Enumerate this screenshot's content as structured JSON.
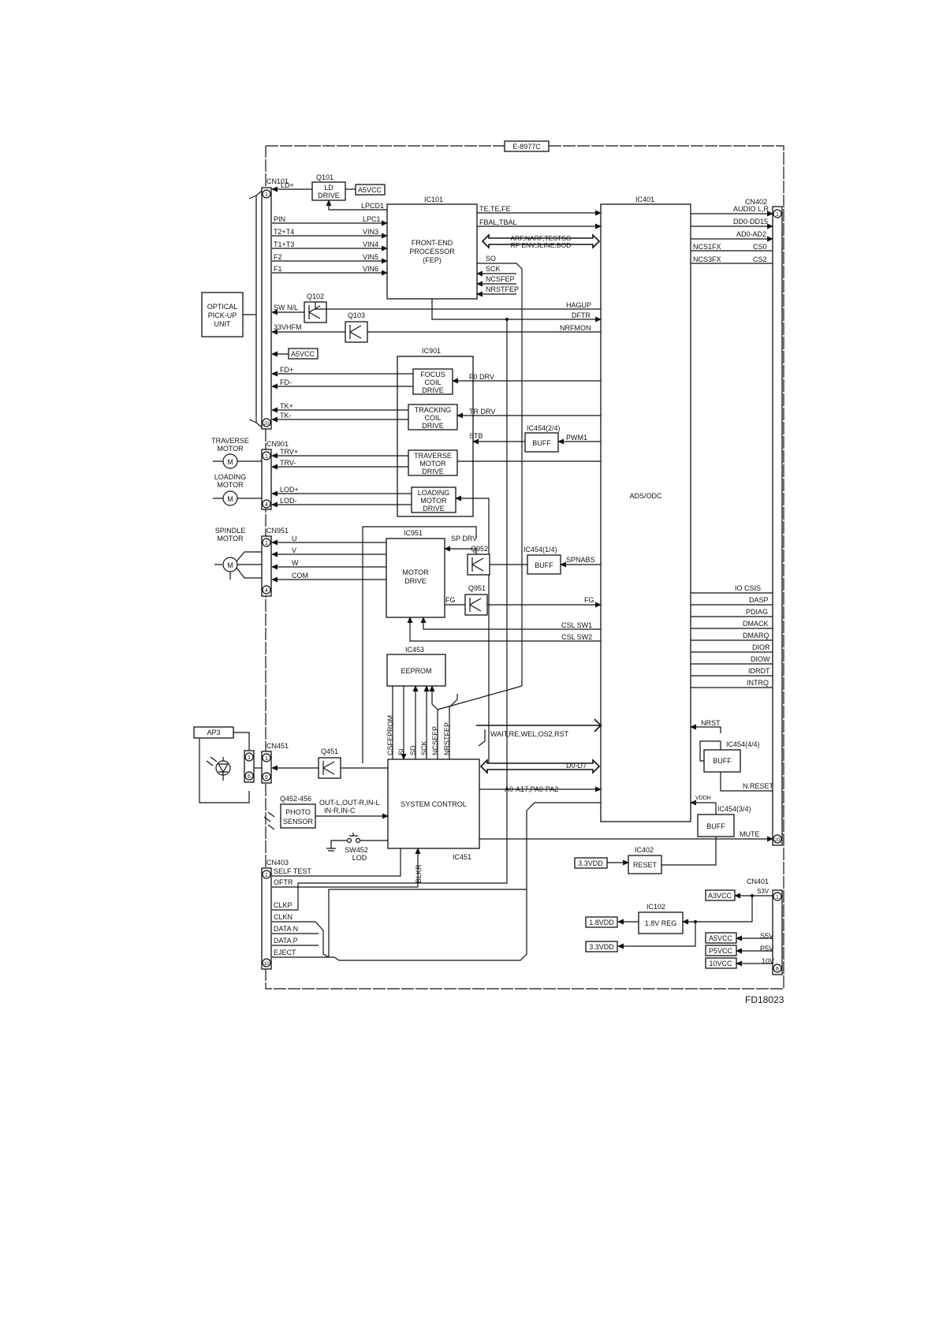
{
  "board_id": "E-8977C",
  "figure_code": "FD18023",
  "connectors": {
    "cn101": {
      "name": "CN101",
      "pin_first": "1",
      "pin_last": "20"
    },
    "cn901": {
      "name": "CN901",
      "pin_first": "1",
      "pin_last": "4"
    },
    "cn951": {
      "name": "CN951",
      "pin_first": "1",
      "pin_last": "4"
    },
    "cn451": {
      "name": "CN451",
      "pin_first": "1",
      "pin_last": "6"
    },
    "ap3_conn": {
      "pin_first": "1",
      "pin_last": "6"
    },
    "cn403": {
      "name": "CN403",
      "pin_first": "1",
      "pin_last": "10"
    },
    "cn402": {
      "name": "CN402",
      "pin_first": "1",
      "pin_last": "20"
    },
    "cn401": {
      "name": "CN401",
      "pin_first": "1",
      "pin_last": "6"
    }
  },
  "blocks": {
    "optical": {
      "l1": "OPTICAL",
      "l2": "PICK-UP",
      "l3": "UNIT"
    },
    "q101": {
      "name": "Q101",
      "l1": "LD",
      "l2": "DRIVE"
    },
    "a5vcc_q101": "A5VCC",
    "a5vcc_cn101": "A5VCC",
    "ic101": {
      "name": "IC101",
      "l1": "FRONT-END",
      "l2": "PROCESSOR",
      "l3": "(FEP)"
    },
    "ic401": {
      "name": "IC401",
      "l1": "ADS/ODC"
    },
    "q102": "Q102",
    "q103": "Q103",
    "ic901": "IC901",
    "focus": {
      "l1": "FOCUS",
      "l2": "COIL",
      "l3": "DRIVE"
    },
    "tracking": {
      "l1": "TRACKING",
      "l2": "COIL",
      "l3": "DRIVE"
    },
    "traverse": {
      "l1": "TRAVERSE",
      "l2": "MOTOR",
      "l3": "DRIVE"
    },
    "loading": {
      "l1": "LOADING",
      "l2": "MOTOR",
      "l3": "DRIVE"
    },
    "ic454_2": {
      "name": "IC454(2/4)",
      "label": "BUFF"
    },
    "ic454_1": {
      "name": "IC454(1/4)",
      "label": "BUFF"
    },
    "ic454_4": {
      "name": "IC454(4/4)",
      "label": "BUFF"
    },
    "ic454_3": {
      "name": "IC454(3/4)",
      "label": "BUFF"
    },
    "ic951": {
      "name": "IC951",
      "l1": "MOTOR",
      "l2": "DRIVE"
    },
    "q952": "Q952",
    "q951": "Q951",
    "q451": "Q451",
    "ic453": {
      "name": "IC453",
      "l1": "EEPROM"
    },
    "ic451": {
      "name": "IC451",
      "l1": "SYSTEM CONTROL"
    },
    "ap3": "AP3",
    "photo": {
      "name": "Q452-456",
      "l1": "PHOTO",
      "l2": "SENSOR"
    },
    "sw452": {
      "l1": "SW452",
      "l2": "LOD"
    },
    "ic402": {
      "name": "IC402",
      "l1": "RESET"
    },
    "ic102": {
      "name": "IC102",
      "l1": "1.8V REG"
    },
    "vdd33_reset": "3.3VDD",
    "vdd18": "1.8VDD",
    "vdd33_reg": "3.3VDD",
    "a3vcc": "A3VCC",
    "a5vcc_r": "A5VCC",
    "p5vcc": "P5VCC",
    "v10vcc": "10VCC",
    "motors": {
      "traverse_l1": "TRAVERSE",
      "traverse_l2": "MOTOR",
      "loading_l1": "LOADING",
      "loading_l2": "MOTOR",
      "spindle_l1": "SPINDLE",
      "spindle_l2": "MOTOR",
      "m": "M"
    }
  },
  "signals": {
    "ld_plus": "LD+",
    "lpcd1": "LPCD1",
    "pin": "PIN",
    "lpc1": "LPC1",
    "t2t4": "T2+T4",
    "vin3": "VIN3",
    "t1t3": "T1+T3",
    "vin4": "VIN4",
    "f2": "F2",
    "vin5": "VIN5",
    "f1": "F1",
    "vin6": "VIN6",
    "te_te_fe": "TE,TE,FE",
    "fbal_tbal": "FBAL,TBAL",
    "arf_1": "ARF,NARF,TESTSG",
    "arf_2": "RF ENV,JLINE,BOD",
    "so": "SO",
    "sck": "SCK",
    "ncsfep": "NCSFEP",
    "nrstfep": "NRSTFEP",
    "sw_nl": "SW N/L",
    "v33vhfm": "33VHFM",
    "hagup": "HAGUP",
    "dftr": "DFTR",
    "nrfmon": "NRFMON",
    "fd_plus": "FD+",
    "fd_minus": "FD-",
    "f0drv": "F0 DRV",
    "tk_plus": "TK+",
    "tk_minus": "TK-",
    "trdrv": "TR DRV",
    "stb": "STB",
    "pwm1": "PWM1",
    "trv_plus": "TRV+",
    "trv_minus": "TRV-",
    "lod_plus": "LOD+",
    "lod_minus": "LOD-",
    "u": "U",
    "v": "V",
    "w": "W",
    "com": "COM",
    "spdrv": "SP DRV",
    "spnabs": "SPNABS",
    "fg_l": "FG",
    "fg_r": "FG",
    "csl_sw1": "CSL SW1",
    "csl_sw2": "CSL SW2",
    "audio_lr": "AUDIO L,R",
    "dd0_dd15": "DD0-DD15",
    "ad0_ad2": "AD0-AD2",
    "ncs1fx": "NCS1FX",
    "cs0": "CS0",
    "ncs3fx": "NCS3FX",
    "cs2": "CS2",
    "io_csis": "IO CSIS",
    "dasp": "DASP",
    "pdiag": "PDIAG",
    "dmack": "DMACK",
    "dmarq": "DMARQ",
    "dior": "DIOR",
    "diow": "DIOW",
    "idrdt": "IDRDT",
    "intrq": "INTRQ",
    "csfeprom": "CSFEPROM",
    "si": "SI",
    "sd": "SD",
    "sck_v": "SCK",
    "ncseep": "NCSEEP",
    "nrstfep_v": "NRSTFEP",
    "wait_re": "WAIT,RE,WEL,OS2,RST",
    "d0_d7": "D0-D7",
    "a0_a17": "A0-A17,PA0-PA2",
    "nrst": "NRST",
    "n_reset": "N.RESET",
    "vddh": "VDDH",
    "mute": "MUTE",
    "out_1": "OUT-L,OUT-R,IN-L",
    "out_2": "IN-R,IN-C",
    "self_test": "SELF TEST",
    "oftr": "OFTR",
    "blkr": "BLKR",
    "clkp": "CLKP",
    "clkn": "CLKN",
    "data_n": "DATA N",
    "data_p": "DATA P",
    "eject": "EJECT",
    "s3v": "S3V",
    "s5v": "S5V",
    "p5v": "P5V",
    "v10v": "10V"
  }
}
